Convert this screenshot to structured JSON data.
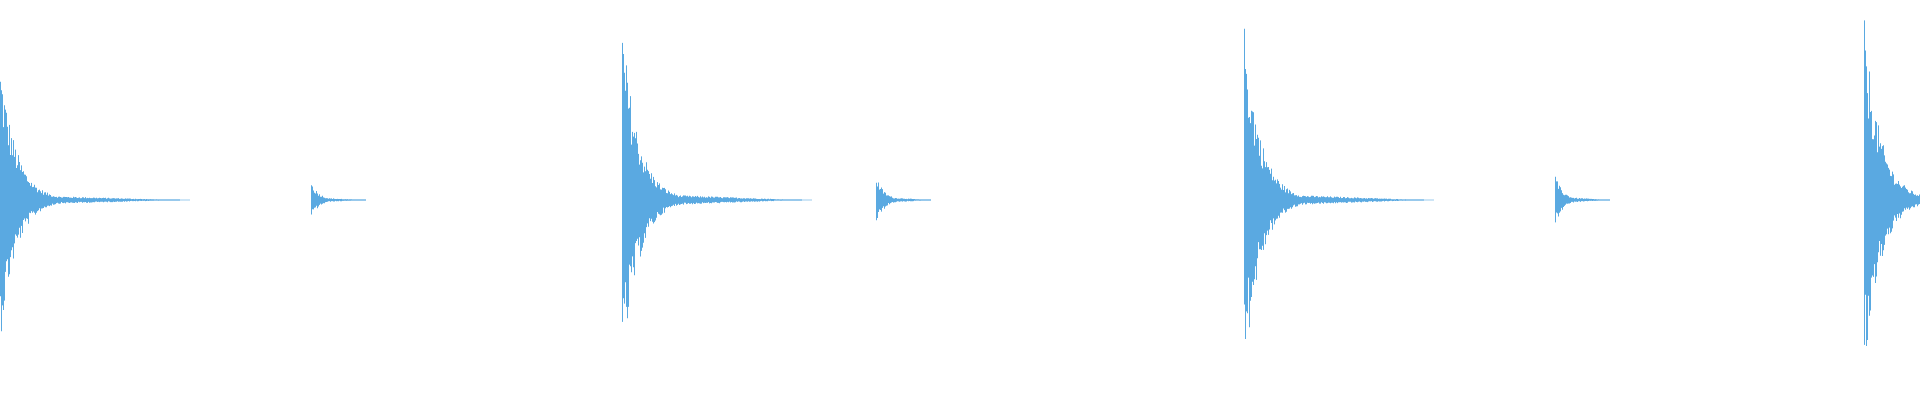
{
  "waveform": {
    "color": "#5aa9e1",
    "background": "#ffffff",
    "bursts": [
      {
        "kind": "hit",
        "time": 0.0,
        "peak": 0.7
      },
      {
        "kind": "click",
        "time": 0.162,
        "peak": 0.09
      },
      {
        "kind": "hit",
        "time": 0.324,
        "peak": 0.88
      },
      {
        "kind": "click",
        "time": 0.456,
        "peak": 0.12
      },
      {
        "kind": "hit",
        "time": 0.648,
        "peak": 0.88
      },
      {
        "kind": "click",
        "time": 0.81,
        "peak": 0.12
      },
      {
        "kind": "hit",
        "time": 0.971,
        "peak": 0.9
      }
    ]
  }
}
